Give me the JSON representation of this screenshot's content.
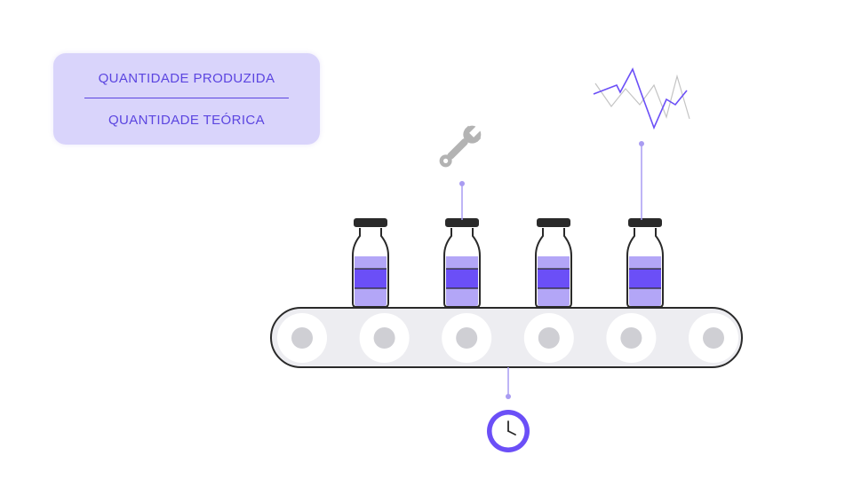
{
  "formula": {
    "numerator": "QUANTIDADE PRODUZIDA",
    "denominator": "QUANTIDADE TEÓRICA"
  },
  "colors": {
    "accent": "#5b45e0",
    "card_bg": "#d9d4fb",
    "liquid_light": "#b3a6f7",
    "liquid_label": "#6b4ff7",
    "cap": "#2a2a2a",
    "belt_bg": "#ededf1",
    "roller": "#cfcfd4",
    "connector": "#a99cf2",
    "wrench": "#b3b3b3"
  },
  "icons": {
    "maintenance": "wrench-icon",
    "performance": "line-chart-icon",
    "time": "clock-icon"
  },
  "bottles": {
    "count": 4
  },
  "rollers": {
    "count": 6
  }
}
